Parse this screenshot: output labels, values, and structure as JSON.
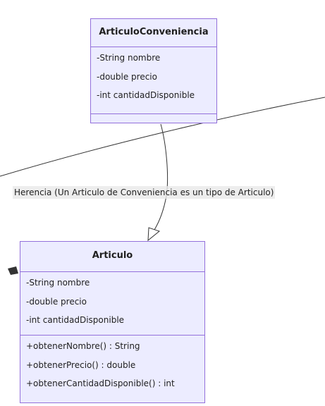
{
  "diagram": {
    "classes": [
      {
        "name": "ArticuloConveniencia",
        "attributes": [
          "-String nombre",
          "-double precio",
          "-int cantidadDisponible"
        ],
        "methods": []
      },
      {
        "name": "Articulo",
        "attributes": [
          "-String nombre",
          "-double precio",
          "-int cantidadDisponible"
        ],
        "methods": [
          "+obtenerNombre() : String",
          "+obtenerPrecio() : double",
          "+obtenerCantidadDisponible() : int"
        ]
      }
    ],
    "relation": {
      "label": "Herencia (Un Articulo de Conveniencia es un tipo de Articulo)",
      "from": "ArticuloConveniencia",
      "to": "Articulo",
      "type": "inheritance"
    },
    "colors": {
      "class_fill": "#ECECFF",
      "class_border": "#9370DB",
      "line": "#333333",
      "label_background": "#E8E8E8"
    }
  }
}
